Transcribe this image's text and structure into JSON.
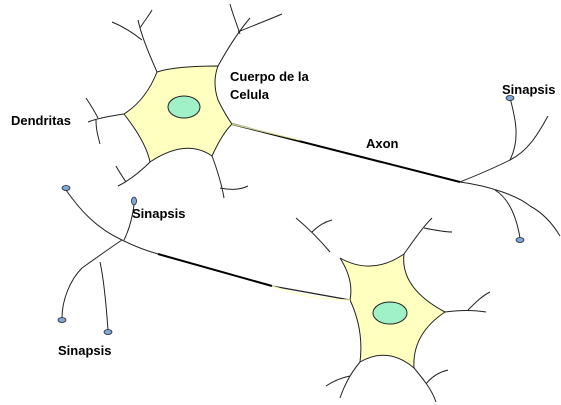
{
  "labels": {
    "cell_body": [
      "Cuerpo de la",
      "Celula"
    ],
    "dendrites": "Dendritas",
    "axon": "Axon",
    "synapse_top_right": "Sinapsis",
    "synapse_middle": "Sinapsis",
    "synapse_bottom_left": "Sinapsis"
  },
  "colors": {
    "soma_fill": "#FFFFC0",
    "nucleus_fill": "#A0F0C8",
    "synapse_fill": "#7FA8D8",
    "line": "#000000"
  }
}
